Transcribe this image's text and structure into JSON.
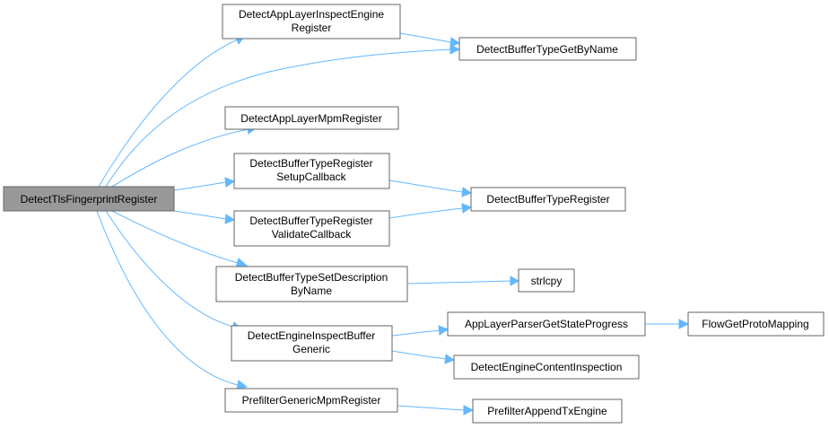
{
  "nodes": {
    "root": [
      "DetectTlsFingerprintRegister"
    ],
    "inspectEngine": [
      "DetectAppLayerInspectEngine",
      "Register"
    ],
    "getByName": [
      "DetectBufferTypeGetByName"
    ],
    "mpmRegister": [
      "DetectAppLayerMpmRegister"
    ],
    "setupCb": [
      "DetectBufferTypeRegister",
      "SetupCallback"
    ],
    "bufRegister": [
      "DetectBufferTypeRegister"
    ],
    "validateCb": [
      "DetectBufferTypeRegister",
      "ValidateCallback"
    ],
    "setDesc": [
      "DetectBufferTypeSetDescription",
      "ByName"
    ],
    "strlcpy": [
      "strlcpy"
    ],
    "inspectBuf": [
      "DetectEngineInspectBuffer",
      "Generic"
    ],
    "stateProgress": [
      "AppLayerParserGetStateProgress"
    ],
    "protoMapping": [
      "FlowGetProtoMapping"
    ],
    "contentInsp": [
      "DetectEngineContentInspection"
    ],
    "prefilterMpm": [
      "PrefilterGenericMpmRegister"
    ],
    "appendTx": [
      "PrefilterAppendTxEngine"
    ]
  }
}
